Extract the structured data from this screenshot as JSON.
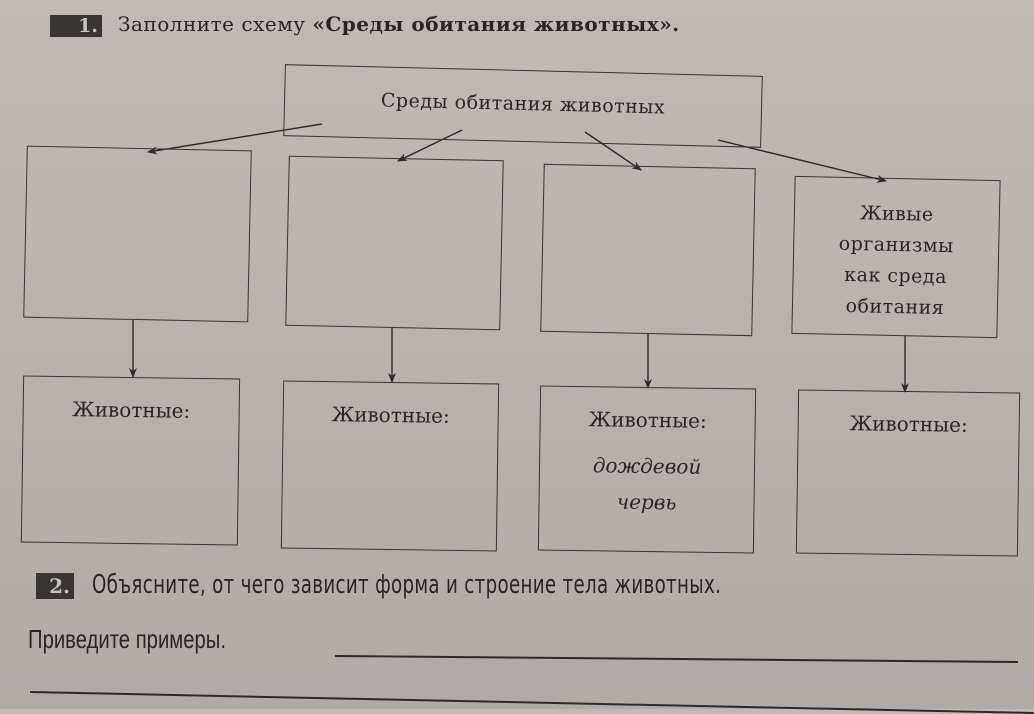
{
  "task1": {
    "number": "1.",
    "instruction": "Заполните схему ",
    "instruction_bold": "«Среды обитания животных».",
    "diagram": {
      "root": "Среды обитания животных",
      "habitats": [
        {
          "label": ""
        },
        {
          "label": ""
        },
        {
          "label": ""
        },
        {
          "label": "Живые организмы как среда обитания",
          "lines": [
            "Живые",
            "организмы",
            "как среда",
            "обитания"
          ]
        }
      ],
      "animals": [
        {
          "title": "Животные:",
          "example": ""
        },
        {
          "title": "Животные:",
          "example": ""
        },
        {
          "title": "Животные:",
          "example": "дождевой червь",
          "example_lines": [
            "дождевой",
            "червь"
          ]
        },
        {
          "title": "Животные:",
          "example": ""
        }
      ]
    }
  },
  "task2": {
    "number": "2.",
    "question": "Объясните, от чего зависит форма и строение тела животных.",
    "prompt": "Приведите примеры.",
    "answer": ""
  },
  "colors": {
    "paper": "#bcb4b0",
    "ink": "#2a2626",
    "badge": "#3a3535"
  }
}
